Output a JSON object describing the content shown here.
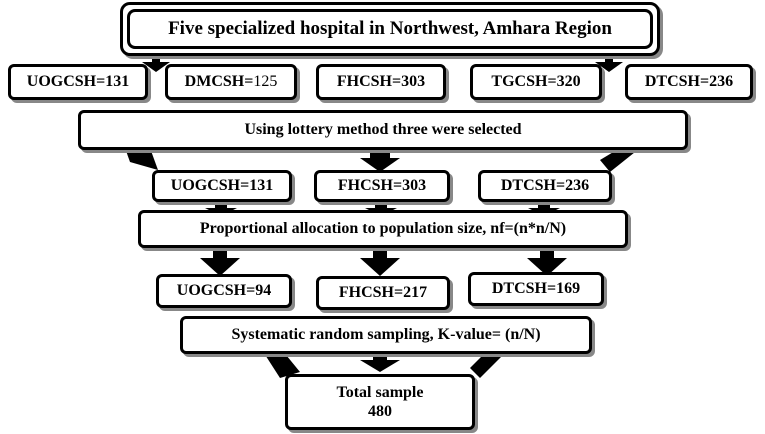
{
  "title": "Five specialized hospital in Northwest, Amhara Region",
  "hospitals": [
    {
      "name": "UOGCSH",
      "value": "131"
    },
    {
      "name": "DMCSH",
      "value": "125"
    },
    {
      "name": "FHCSH",
      "value": "303"
    },
    {
      "name": "TGCSH",
      "value": "320"
    },
    {
      "name": "DTCSH",
      "value": "236"
    }
  ],
  "step1": "Using lottery method three were selected",
  "selected": [
    "UOGCSH=131",
    "FHCSH=303",
    "DTCSH=236"
  ],
  "step2": "Proportional allocation to population size, nf=(n*n/N)",
  "allocated": [
    "UOGCSH=94",
    "FHCSH=217",
    "DTCSH=169"
  ],
  "step3": "Systematic random sampling, K-value= (n/N)",
  "total_label": "Total sample",
  "total_value": "480",
  "colors": {
    "arrow": "#000000",
    "border": "#000000",
    "shadow": "#888888"
  }
}
